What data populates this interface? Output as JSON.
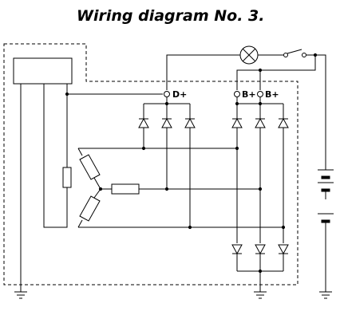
{
  "title": "Wiring diagram No. 3.",
  "terminals": {
    "d_plus": "D+",
    "b_plus_1": "B+",
    "b_plus_2": "B+"
  },
  "icons": {
    "lamp": "warning-lamp-icon",
    "switch": "ignition-switch-icon",
    "battery": "battery-icon",
    "ground": "ground-icon",
    "diode": "diode-icon",
    "regulator": "voltage-regulator-icon",
    "resistor": "resistor-icon",
    "winding": "stator-winding-icon"
  },
  "colors": {
    "line": "#000000",
    "background": "#ffffff"
  }
}
